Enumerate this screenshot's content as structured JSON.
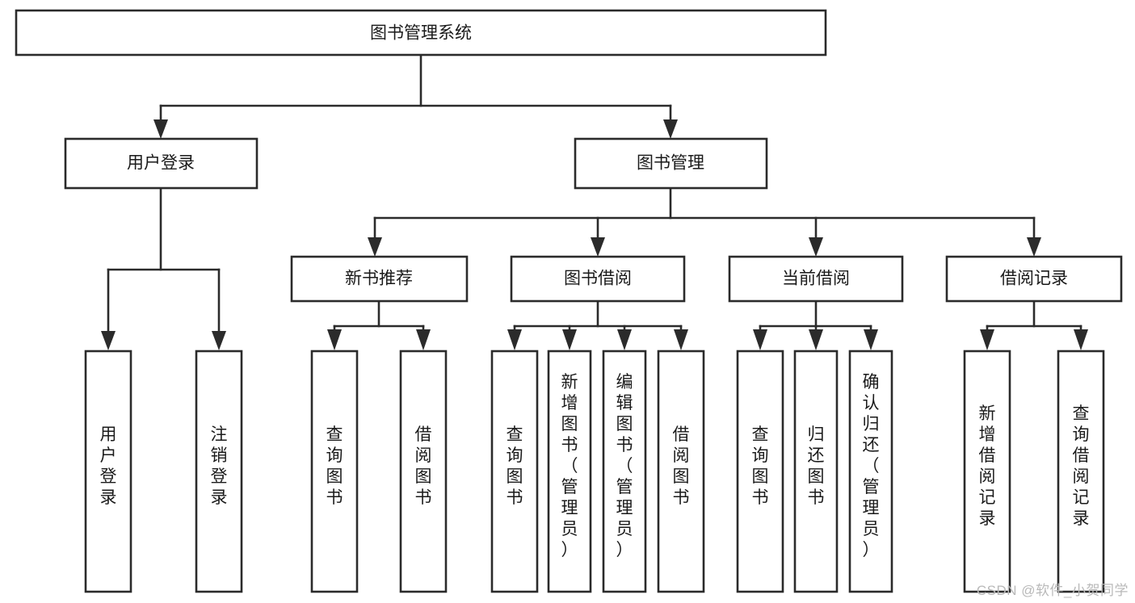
{
  "diagram": {
    "title": "图书管理系统",
    "type": "tree-hierarchy-chart",
    "background_color": "#ffffff",
    "line_color": "#2b2b2b",
    "text_color": "#1a1a1a",
    "levels": [
      {
        "level": 1,
        "nodes": [
          {
            "id": "root",
            "label": "图书管理系统",
            "orientation": "horizontal"
          }
        ]
      },
      {
        "level": 2,
        "nodes": [
          {
            "id": "login",
            "label": "用户登录",
            "orientation": "horizontal",
            "parent": "root"
          },
          {
            "id": "bookmgmt",
            "label": "图书管理",
            "orientation": "horizontal",
            "parent": "root"
          }
        ]
      },
      {
        "level": 3,
        "nodes": [
          {
            "id": "newbook",
            "label": "新书推荐",
            "orientation": "horizontal",
            "parent": "bookmgmt"
          },
          {
            "id": "borrow",
            "label": "图书借阅",
            "orientation": "horizontal",
            "parent": "bookmgmt"
          },
          {
            "id": "current",
            "label": "当前借阅",
            "orientation": "horizontal",
            "parent": "bookmgmt"
          },
          {
            "id": "records",
            "label": "借阅记录",
            "orientation": "horizontal",
            "parent": "bookmgmt"
          }
        ]
      },
      {
        "level": 4,
        "nodes": [
          {
            "id": "leaf1",
            "label": "用户登录",
            "orientation": "vertical",
            "parent": "login"
          },
          {
            "id": "leaf2",
            "label": "注销登录",
            "orientation": "vertical",
            "parent": "login"
          },
          {
            "id": "leaf3",
            "label": "查询图书",
            "orientation": "vertical",
            "parent": "newbook"
          },
          {
            "id": "leaf4",
            "label": "借阅图书",
            "orientation": "vertical",
            "parent": "newbook"
          },
          {
            "id": "leaf5",
            "label": "查询图书",
            "orientation": "vertical",
            "parent": "borrow"
          },
          {
            "id": "leaf6",
            "label": "新增图书（管理员）",
            "orientation": "vertical",
            "parent": "borrow"
          },
          {
            "id": "leaf7",
            "label": "编辑图书（管理员）",
            "orientation": "vertical",
            "parent": "borrow"
          },
          {
            "id": "leaf8",
            "label": "借阅图书",
            "orientation": "vertical",
            "parent": "borrow"
          },
          {
            "id": "leaf9",
            "label": "查询图书",
            "orientation": "vertical",
            "parent": "current"
          },
          {
            "id": "leaf10",
            "label": "归还图书",
            "orientation": "vertical",
            "parent": "current"
          },
          {
            "id": "leaf11",
            "label": "确认归还（管理员）",
            "orientation": "vertical",
            "parent": "current"
          },
          {
            "id": "leaf12",
            "label": "新增借阅记录",
            "orientation": "vertical",
            "parent": "records"
          },
          {
            "id": "leaf13",
            "label": "查询借阅记录",
            "orientation": "vertical",
            "parent": "records"
          }
        ]
      }
    ]
  },
  "watermark": {
    "text": "CSDN @软件_小贺同学"
  }
}
